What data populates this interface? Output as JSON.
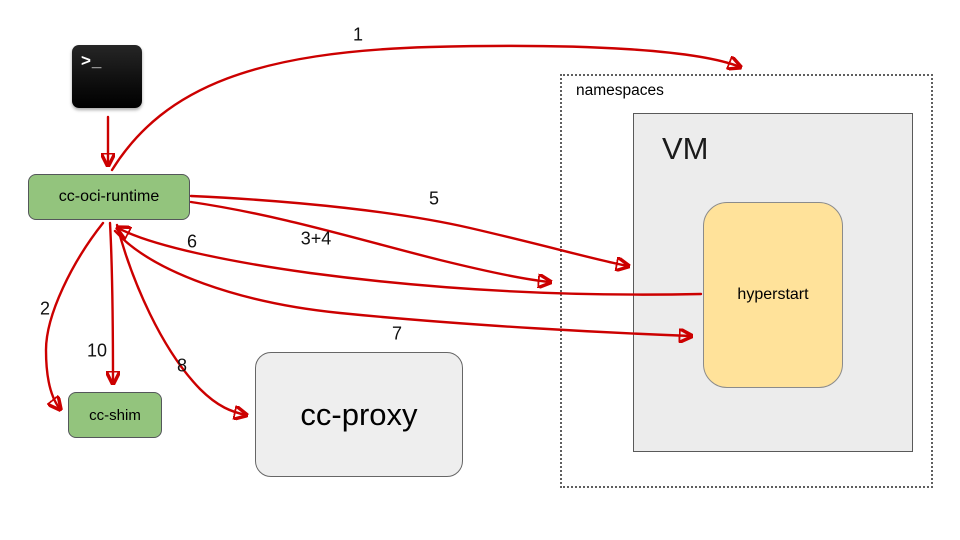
{
  "nodes": {
    "terminal_glyph": ">_",
    "runtime": "cc-oci-runtime",
    "shim": "cc-shim",
    "proxy": "cc-proxy",
    "namespaces": "namespaces",
    "vm": "VM",
    "hyperstart": "hyperstart"
  },
  "steps": {
    "s1": "1",
    "s2": "2",
    "s34": "3+4",
    "s5": "5",
    "s6": "6",
    "s7": "7",
    "s8": "8",
    "s10": "10"
  },
  "colors": {
    "arrow_red": "#cc0000",
    "node_green": "#93c47d",
    "node_yellow": "#ffe29a",
    "node_gray": "#eeeeee",
    "border_dark": "#595959"
  }
}
